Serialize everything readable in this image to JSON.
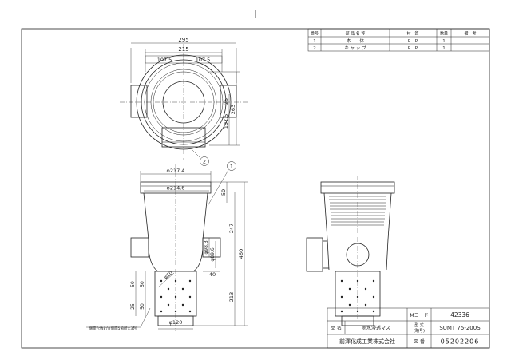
{
  "parts_table": {
    "headers": [
      "番号",
      "部 品 名 称",
      "材　質",
      "数量",
      "備　考"
    ],
    "rows": [
      {
        "no": "1",
        "name": "本　　体",
        "material": "P　P",
        "qty": "1"
      },
      {
        "no": "2",
        "name": "キ ャ ッ プ",
        "material": "P　P",
        "qty": "1"
      }
    ]
  },
  "dimensions": {
    "top_295": "295",
    "top_215": "215",
    "top_107_5_left": "107.5",
    "top_107_5_right": "107.5",
    "right_263": "263",
    "right_25": "25",
    "right_107_5": "107.5",
    "front_dia_217_4": "φ217.4",
    "front_dia_214_6": "φ214.6",
    "front_50": "50",
    "front_247": "247",
    "front_460": "460",
    "front_213": "213",
    "front_dia_98_3": "φ98.3",
    "front_dia_89_6": "φ89.6",
    "front_40": "40",
    "front_dia_10": "φ10",
    "front_dia_120": "φ120",
    "left_50_a": "50",
    "left_50_b": "50",
    "left_25": "25",
    "left_50_c": "50"
  },
  "balloons": {
    "one": "1",
    "two": "2"
  },
  "note_text": "側面穴数8穴(側面5箇所×3列)",
  "title_block": {
    "m_code_label": "Mコード",
    "m_code_value": "42336",
    "name_label": "品 名",
    "name_value": "雨水浸透マス",
    "model_label_1": "型 式",
    "model_label_2": "(略号)",
    "model_value": "SUMT 75-200S",
    "company": "前澤化成工業株式会社",
    "drawing_no_label": "図 番",
    "drawing_no_value": "05202206"
  }
}
